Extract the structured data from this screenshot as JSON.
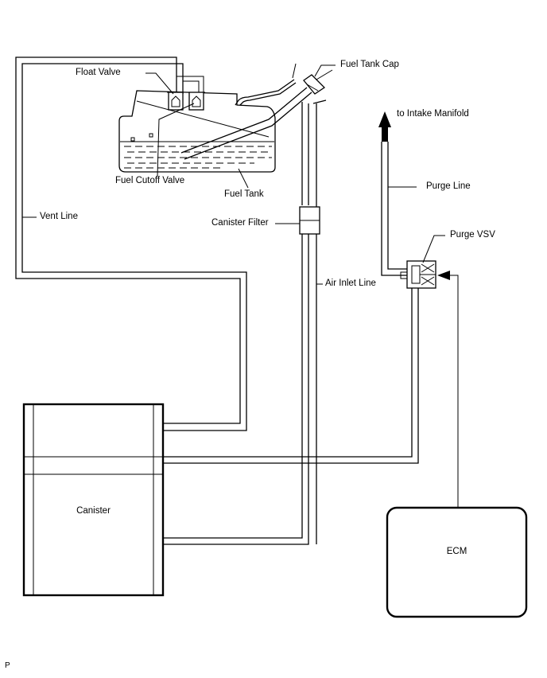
{
  "labels": {
    "float_valve": "Float Valve",
    "fuel_tank_cap": "Fuel Tank Cap",
    "to_intake_manifold": "to Intake Manifold",
    "fuel_cutoff_valve": "Fuel Cutoff Valve",
    "fuel_tank": "Fuel Tank",
    "vent_line": "Vent Line",
    "canister_filter": "Canister Filter",
    "purge_line": "Purge Line",
    "purge_vsv": "Purge VSV",
    "air_inlet_line": "Air Inlet Line",
    "canister": "Canister",
    "ecm": "ECM",
    "corner_mark": "P"
  }
}
